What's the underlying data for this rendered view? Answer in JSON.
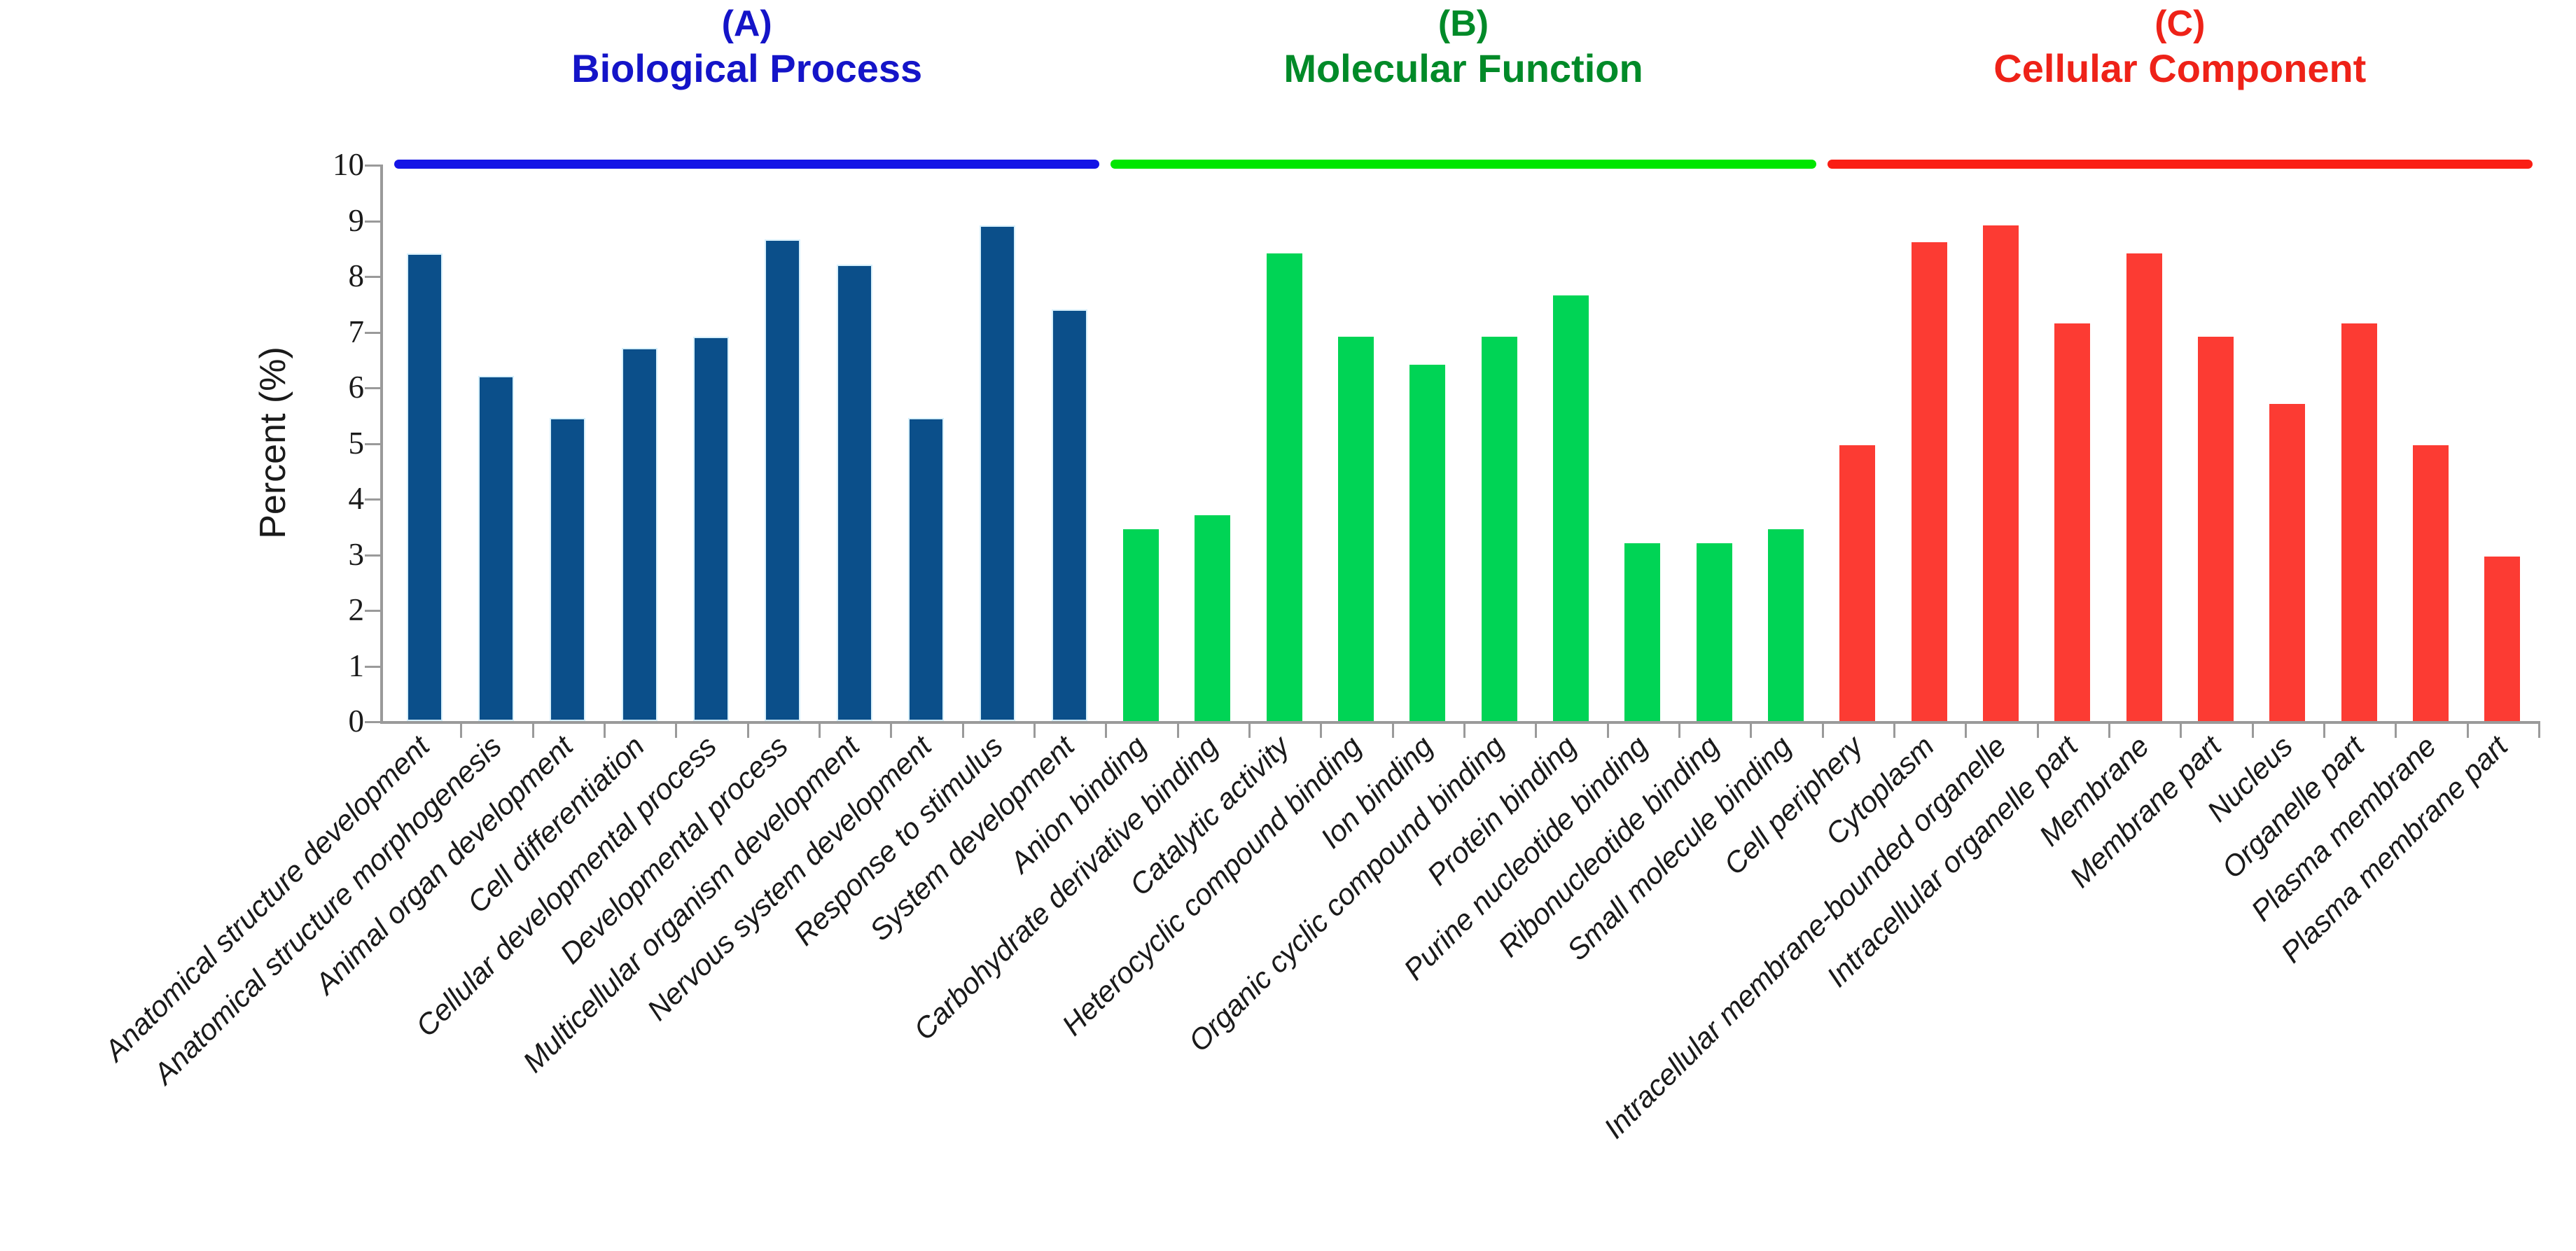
{
  "chart_data": {
    "type": "bar",
    "title": "",
    "xlabel": "",
    "ylabel": "Percent (%)",
    "ylim": [
      0,
      10
    ],
    "ytick_labels": [
      "0",
      "1",
      "2",
      "3",
      "4",
      "5",
      "6",
      "7",
      "8",
      "9",
      "10"
    ],
    "grid": false,
    "legend": "none",
    "groups": [
      {
        "tag": "(A)",
        "name": "Biological Process",
        "color": "#0B4F8A",
        "rule_color": "#1414E6",
        "text_color": "#1414C8",
        "categories": [
          "Anatomical structure development",
          "Anatomical structure morphogenesis",
          "Animal organ development",
          "Cell differentiation",
          "Cellular developmental process",
          "Developmental process",
          "Multicellular organism development",
          "Nervous system development",
          "Response to stimulus",
          "System development"
        ],
        "values": [
          8.4,
          6.2,
          5.45,
          6.7,
          6.9,
          8.65,
          8.2,
          5.45,
          8.9,
          7.4
        ]
      },
      {
        "tag": "(B)",
        "name": "Molecular Function",
        "color": "#00D455",
        "rule_color": "#00E600",
        "text_color": "#008A28",
        "categories": [
          "Anion binding",
          "Carbohydrate derivative binding",
          "Catalytic activity",
          "Heterocyclic compound binding",
          "Ion binding",
          "Organic cyclic compound binding",
          "Protein binding",
          "Purine nucleotide binding",
          "Ribonucleotide binding",
          "Small molecule binding"
        ],
        "values": [
          3.45,
          3.7,
          8.4,
          6.9,
          6.4,
          6.9,
          7.65,
          3.2,
          3.2,
          3.45
        ]
      },
      {
        "tag": "(C)",
        "name": "Cellular Component",
        "color": "#FC3B33",
        "rule_color": "#FA1E14",
        "text_color": "#EE2218",
        "categories": [
          "Cell periphery",
          "Cytoplasm",
          "Intracellular membrane-bounded organelle",
          "Intracellular organelle part",
          "Membrane",
          "Membrane part",
          "Nucleus",
          "Organelle part",
          "Plasma membrane",
          "Plasma membrane part"
        ],
        "values": [
          4.95,
          8.6,
          8.9,
          7.15,
          8.4,
          6.9,
          5.7,
          7.15,
          4.95,
          2.95
        ]
      }
    ]
  }
}
